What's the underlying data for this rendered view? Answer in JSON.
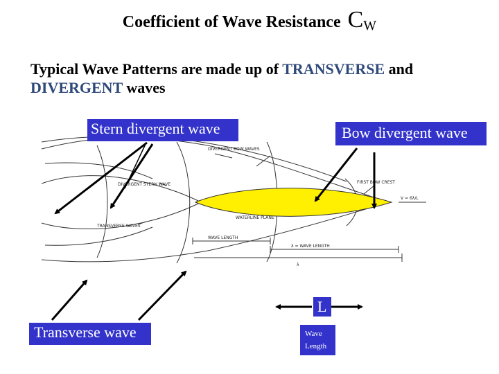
{
  "title": {
    "main": "Coefficient of Wave Resistance ",
    "symbol": "C",
    "subscript": "W"
  },
  "subtitle": {
    "part1": "Typical Wave Patterns are made up of ",
    "transverse": "TRANSVERSE",
    "part2": " and ",
    "divergent": "DIVERGENT",
    "part3": " waves"
  },
  "labels": {
    "stern": "Stern divergent wave",
    "bow": "Bow divergent wave",
    "transverse": "Transverse wave",
    "L": "L",
    "wave_length": "Wave Length"
  },
  "diagram": {
    "divergent_bow_waves": "DIVERGENT BOW WAVES",
    "divergent_stern_wave": "DIVERGENT STERN WAVE",
    "first_bow_crest": "FIRST BOW CREST",
    "transverse_waves": "TRANSVERSE WAVES",
    "wave_length": "WAVE LENGTH",
    "lambda_wave_length": "λ = WAVE LENGTH",
    "waterline_plane": "WATERLINE PLANE",
    "speed": "V = 6λ/L",
    "lambda_symbol": "λ"
  },
  "colors": {
    "label_bg": "#3333cc",
    "hull": "#ffef00",
    "highlight": "#2f4a7a"
  }
}
